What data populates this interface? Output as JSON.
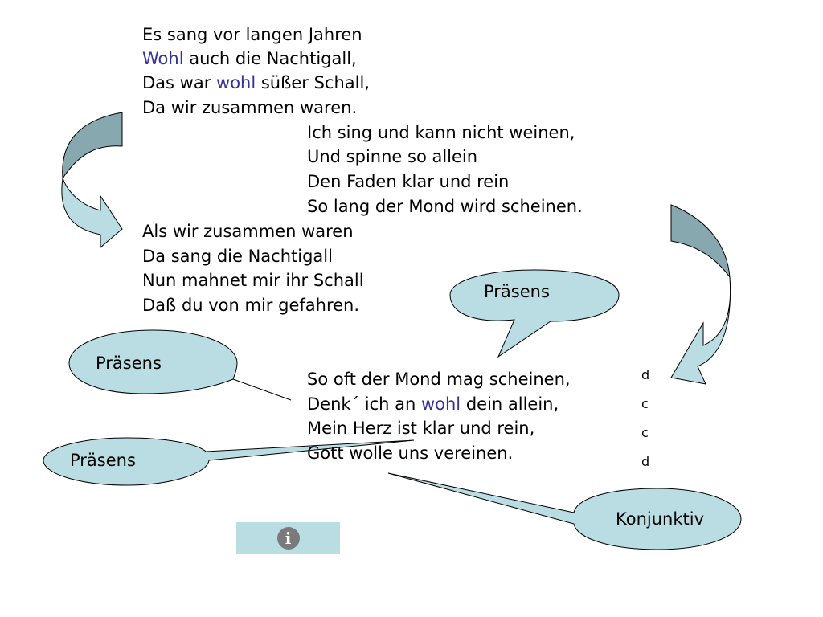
{
  "stanza1": [
    {
      "pre": "Es sang vor langen Jahren",
      "hl": "",
      "post": ""
    },
    {
      "pre": "",
      "hl": "Wohl",
      "post": " auch die Nachtigall,"
    },
    {
      "pre": "Das war ",
      "hl": "wohl",
      "post": " süßer Schall,"
    },
    {
      "pre": "Da wir zusammen waren.",
      "hl": "",
      "post": ""
    }
  ],
  "stanza2": [
    "Ich sing und kann nicht weinen,",
    "Und spinne so allein",
    "Den Faden klar und rein",
    "So lang der Mond wird scheinen."
  ],
  "stanza3": [
    "Als wir zusammen waren",
    "Da sang die Nachtigall",
    "Nun mahnet mir ihr Schall",
    "Daß du von mir gefahren."
  ],
  "stanza4": [
    {
      "pre": "So oft der Mond mag scheinen,",
      "hl": "",
      "post": ""
    },
    {
      "pre": "Denk´  ich an ",
      "hl": "wohl",
      "post": " dein allein,"
    },
    {
      "pre": "Mein Herz ist klar und rein,",
      "hl": "",
      "post": ""
    },
    {
      "pre": "Gott wolle uns vereinen.",
      "hl": "",
      "post": ""
    }
  ],
  "rhyme_scheme": [
    "d",
    "c",
    "c",
    "d"
  ],
  "callouts": {
    "top": "Präsens",
    "left": "Präsens",
    "bottom_left": "Präsens",
    "bottom_right": "Konjunktiv"
  },
  "colors": {
    "highlight": "#33339a",
    "bubble_fill": "#b9dde3",
    "arrow_dark": "#86a8ae",
    "arrow_light": "#b9dde3"
  },
  "info_button": {
    "icon": "info-icon"
  }
}
